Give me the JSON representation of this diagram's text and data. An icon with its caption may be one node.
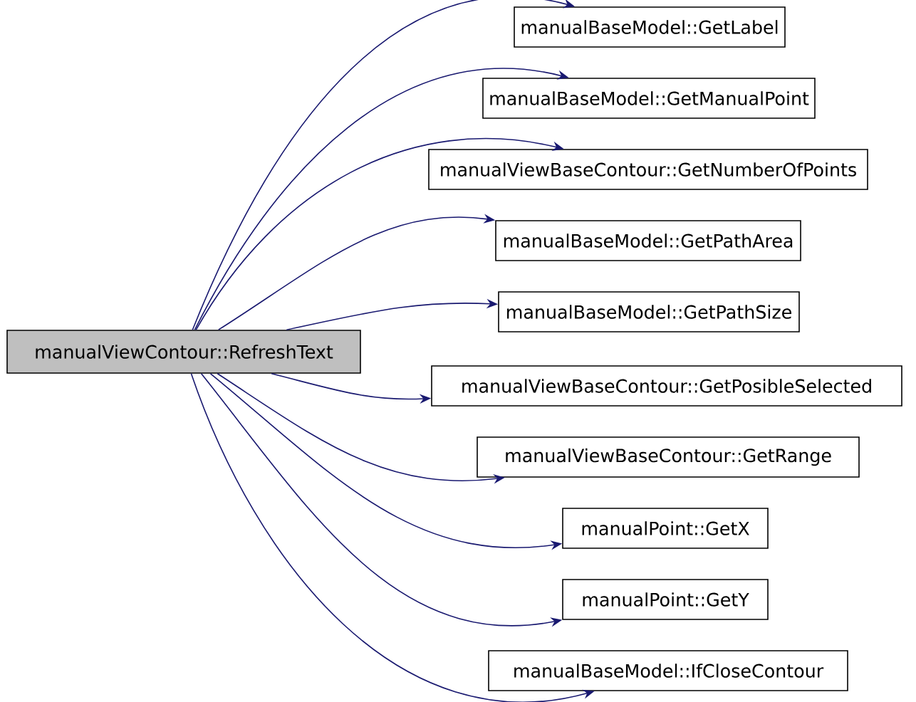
{
  "diagram": {
    "nodes": [
      {
        "text": [
          "manualViewContour::RefreshText"
        ]
      },
      {
        "text": [
          "manualBaseModel::GetLabel"
        ]
      },
      {
        "text": [
          "manualBaseModel::GetManualPoint"
        ]
      },
      {
        "text": [
          "manualViewBaseContour::GetNumberOfPoints"
        ]
      },
      {
        "text": [
          "manualBaseModel::GetPathArea"
        ]
      },
      {
        "text": [
          "manualBaseModel::GetPathSize"
        ]
      },
      {
        "text": [
          "manualViewBaseContour::GetPosibleSelected"
        ]
      },
      {
        "text": [
          "manualViewBaseContour::GetRange"
        ]
      },
      {
        "text": [
          "manualPoint::GetX"
        ]
      },
      {
        "text": [
          "manualPoint::GetY"
        ]
      },
      {
        "text": [
          "manualBaseModel::IfCloseContour"
        ]
      }
    ],
    "edges": [
      {
        "from": 0,
        "to": 1,
        "arrow": "to"
      },
      {
        "from": 0,
        "to": 2,
        "arrow": "to"
      },
      {
        "from": 0,
        "to": 3,
        "arrow": "to"
      },
      {
        "from": 0,
        "to": 4,
        "arrow": "to"
      },
      {
        "from": 0,
        "to": 5,
        "arrow": "to"
      },
      {
        "from": 0,
        "to": 6,
        "arrow": "to"
      },
      {
        "from": 0,
        "to": 7,
        "arrow": "to"
      },
      {
        "from": 0,
        "to": 8,
        "arrow": "to"
      },
      {
        "from": 0,
        "to": 9,
        "arrow": "to"
      },
      {
        "from": 0,
        "to": 10,
        "arrow": "to"
      }
    ]
  }
}
